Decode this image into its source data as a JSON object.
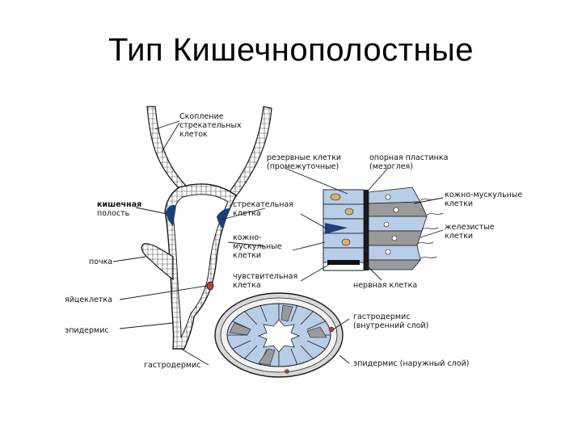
{
  "slide": {
    "title": "Тип Кишечнополостные"
  },
  "figure": {
    "labels": {
      "cnidocyte_cluster_1": "Скопление",
      "cnidocyte_cluster_2": "стрекательных",
      "cnidocyte_cluster_3": "клеток",
      "gut_cavity_1": "кишечная",
      "gut_cavity_2": "полость",
      "bud": "почка",
      "egg_cell": "яйцеклетка",
      "epidermis": "эпидермис",
      "gastrodermis": "гастродермис",
      "reserve_cells_1": "резервные клетки",
      "reserve_cells_2": "(промежуточные)",
      "support_plate_1": "опорная пластинка",
      "support_plate_2": "(мезоглея)",
      "skin_muscle_right_1": "кожно-мускульные",
      "skin_muscle_right_2": "клетки",
      "glandular_1": "железистые",
      "glandular_2": "клетки",
      "stinging_cell_1": "стрекательная",
      "stinging_cell_2": "клетка",
      "skin_muscle_left_1": "кожно-",
      "skin_muscle_left_2": "мускульные",
      "skin_muscle_left_3": "клетки",
      "sensory_cell_1": "чувствительная",
      "sensory_cell_2": "клетка",
      "nerve_cell": "нервная клетка",
      "gastrodermis_inner_1": "гастродермис",
      "gastrodermis_inner_2": "(внутренний слой)",
      "epidermis_outer": "эпидермис (наружный слой)"
    },
    "colors": {
      "line": "#1a1a1a",
      "light_blue": "#b8cde8",
      "mid_blue": "#8fb0d8",
      "dark_blue": "#1c3f7a",
      "grey": "#9a9a9a",
      "light_grey": "#d8d8d8",
      "egg": "#c23a3a"
    }
  }
}
